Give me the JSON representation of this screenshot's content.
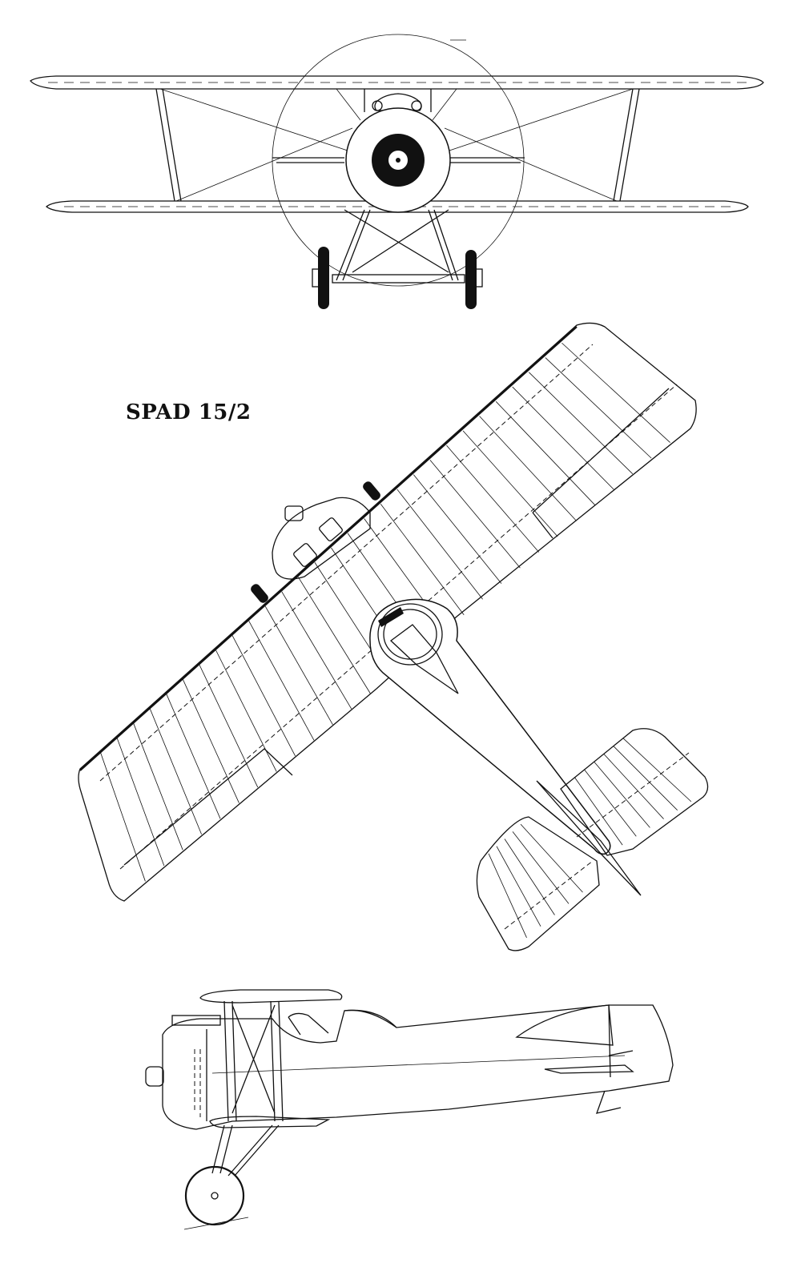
{
  "drawing": {
    "title": "SPAD 15/2",
    "views": [
      "front-view",
      "top-view",
      "side-view"
    ]
  }
}
